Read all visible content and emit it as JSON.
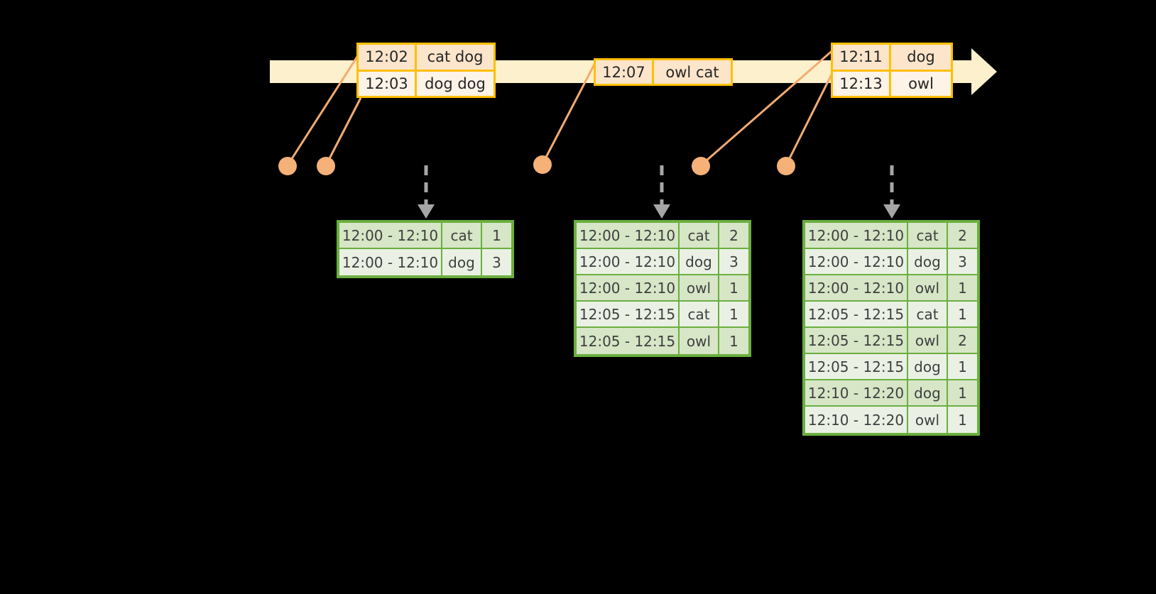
{
  "diagram": {
    "title": "session-window-aggregation-timeline",
    "colors": {
      "timeline_fill": "#fdf0cc",
      "event_border": "#ffbf00",
      "event_fill_dark": "#fde5cb",
      "event_fill_light": "#fdf3e6",
      "connector": "#f2ab71",
      "dot": "#f5b177",
      "table_border": "#6aaf3f",
      "table_fill_dark": "#d6e6c6",
      "table_fill_light": "#eaf1e4",
      "dashed_arrow": "#a6a6a6",
      "background": "#000000"
    }
  },
  "timeline": {
    "name": "event-timeline",
    "events": [
      {
        "id": "event-group-1",
        "rows": [
          {
            "time": "12:02",
            "words": "cat dog",
            "shade": "dark"
          },
          {
            "time": "12:03",
            "words": "dog dog",
            "shade": "light"
          }
        ]
      },
      {
        "id": "event-group-2",
        "rows": [
          {
            "time": "12:07",
            "words": "owl cat",
            "shade": "dark"
          }
        ]
      },
      {
        "id": "event-group-3",
        "rows": [
          {
            "time": "12:11",
            "words": "dog",
            "shade": "dark"
          },
          {
            "time": "12:13",
            "words": "owl",
            "shade": "light"
          }
        ]
      }
    ]
  },
  "tables": [
    {
      "name": "result-table-1",
      "rows": [
        {
          "window": "12:00 - 12:10",
          "word": "cat",
          "count": "1",
          "shade": "dark"
        },
        {
          "window": "12:00 - 12:10",
          "word": "dog",
          "count": "3",
          "shade": "light"
        }
      ]
    },
    {
      "name": "result-table-2",
      "rows": [
        {
          "window": "12:00 - 12:10",
          "word": "cat",
          "count": "2",
          "shade": "dark"
        },
        {
          "window": "12:00 - 12:10",
          "word": "dog",
          "count": "3",
          "shade": "light"
        },
        {
          "window": "12:00 - 12:10",
          "word": "owl",
          "count": "1",
          "shade": "dark"
        },
        {
          "window": "12:05 - 12:15",
          "word": "cat",
          "count": "1",
          "shade": "light"
        },
        {
          "window": "12:05 - 12:15",
          "word": "owl",
          "count": "1",
          "shade": "dark"
        }
      ]
    },
    {
      "name": "result-table-3",
      "rows": [
        {
          "window": "12:00 - 12:10",
          "word": "cat",
          "count": "2",
          "shade": "dark"
        },
        {
          "window": "12:00 - 12:10",
          "word": "dog",
          "count": "3",
          "shade": "light"
        },
        {
          "window": "12:00 - 12:10",
          "word": "owl",
          "count": "1",
          "shade": "dark"
        },
        {
          "window": "12:05 - 12:15",
          "word": "cat",
          "count": "1",
          "shade": "light"
        },
        {
          "window": "12:05 - 12:15",
          "word": "owl",
          "count": "2",
          "shade": "dark"
        },
        {
          "window": "12:05 - 12:15",
          "word": "dog",
          "count": "1",
          "shade": "light"
        },
        {
          "window": "12:10 - 12:20",
          "word": "dog",
          "count": "1",
          "shade": "dark"
        },
        {
          "window": "12:10 - 12:20",
          "word": "owl",
          "count": "1",
          "shade": "light"
        }
      ]
    }
  ]
}
